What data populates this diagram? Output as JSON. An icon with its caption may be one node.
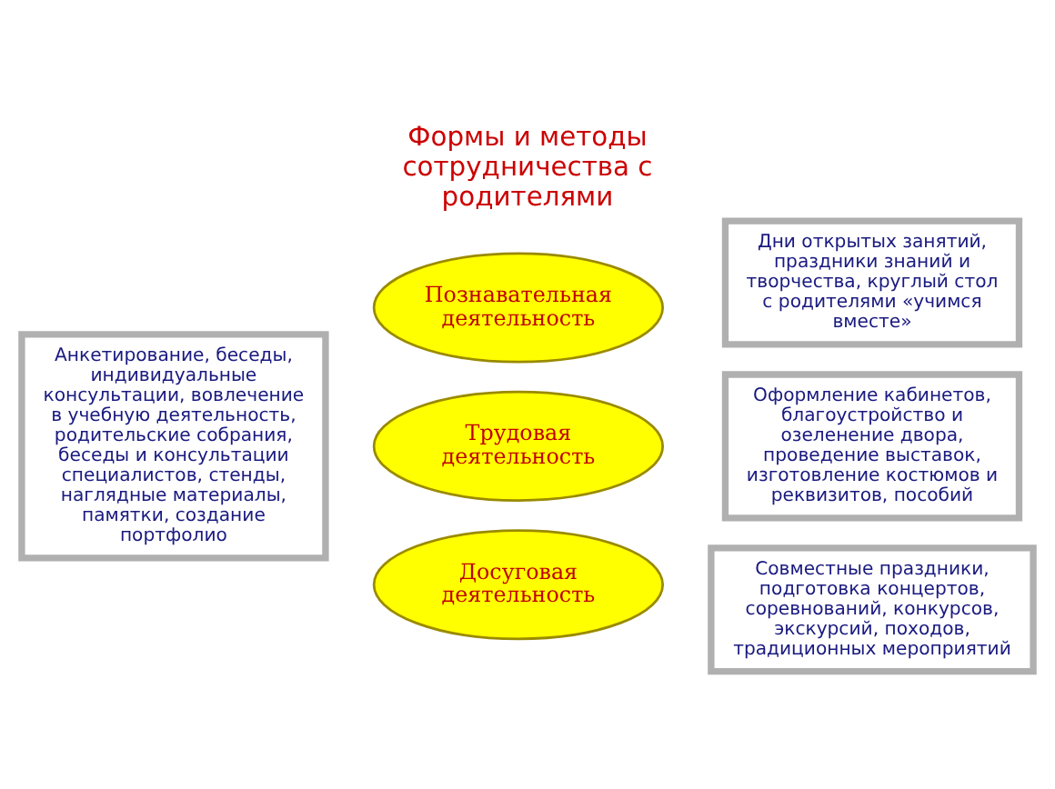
{
  "diagram": {
    "title": "Формы и методы сотрудничества с родителями",
    "nodes": [
      {
        "text": [
          "Анкетирование, беседы, индивидуальные консультации, вовлечение в учебную деятельность, родительские собрания, беседы и консультации специалистов, стенды, наглядные материалы, памятки, создание портфолио"
        ]
      },
      {
        "text": [
          "Познавательная деятельность"
        ]
      },
      {
        "text": [
          "Трудовая деятельность"
        ]
      },
      {
        "text": [
          "Досуговая деятельность"
        ]
      },
      {
        "text": [
          "Дни открытых занятий, праздники знаний и творчества, круглый стол с родителями «учимся вместе»"
        ]
      },
      {
        "text": [
          "Оформление кабинетов, благоустройство и озеленение двора, проведение выставок, изготовление костюмов и реквизитов, пособий"
        ]
      },
      {
        "text": [
          "Совместные праздники, подготовка концертов, соревнований, конкурсов, экскурсий, походов, традиционных мероприятий"
        ]
      }
    ],
    "edges": []
  }
}
